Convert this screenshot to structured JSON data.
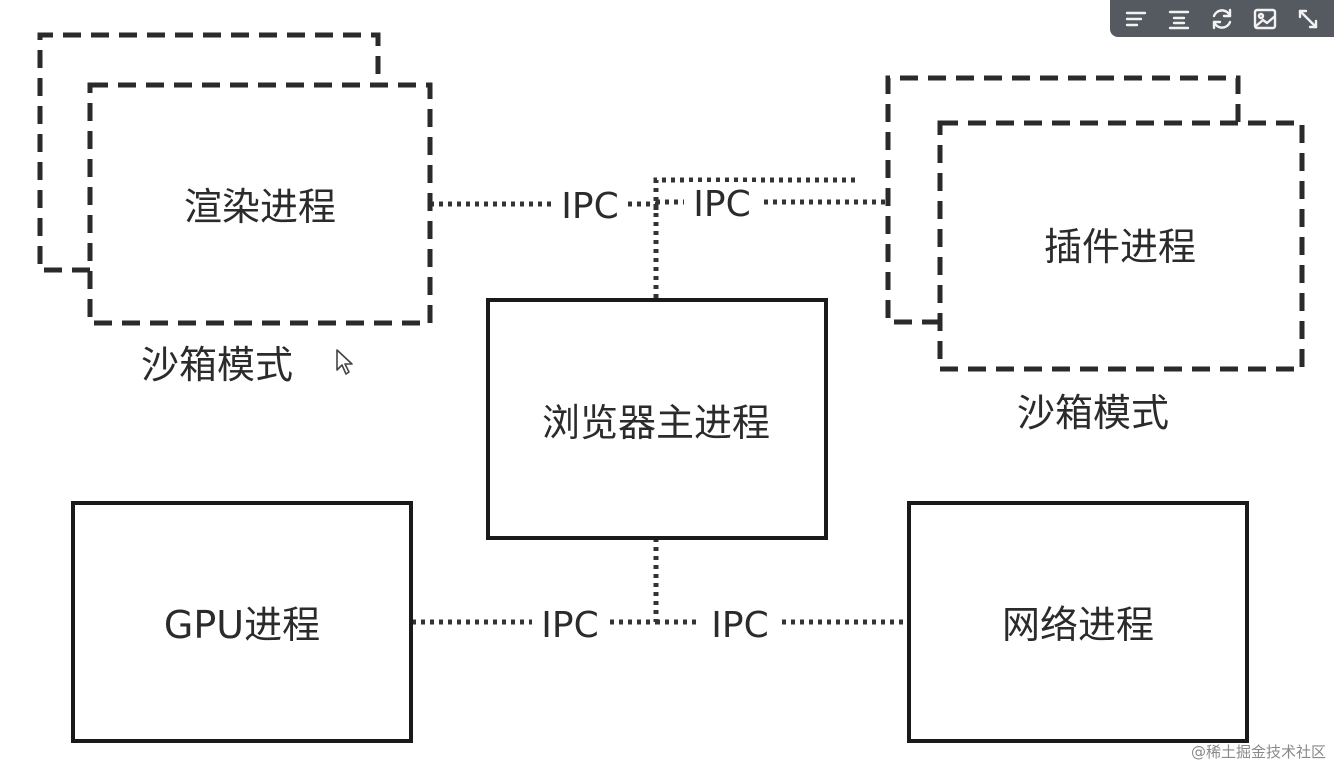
{
  "diagram": {
    "nodes": {
      "renderer": "渲染进程",
      "plugin": "插件进程",
      "browser": "浏览器主进程",
      "gpu": "GPU进程",
      "network": "网络进程"
    },
    "sandbox_labels": {
      "left": "沙箱模式",
      "right": "沙箱模式"
    },
    "ipc_labels": {
      "renderer_browser": "IPC",
      "plugin_browser": "IPC",
      "gpu_browser": "IPC",
      "network_browser": "IPC"
    }
  },
  "toolbar": {
    "icons": [
      "align-left-icon",
      "align-center-icon",
      "refresh-icon",
      "image-icon",
      "fullscreen-icon"
    ]
  },
  "watermark": "@稀土掘金技术社区"
}
